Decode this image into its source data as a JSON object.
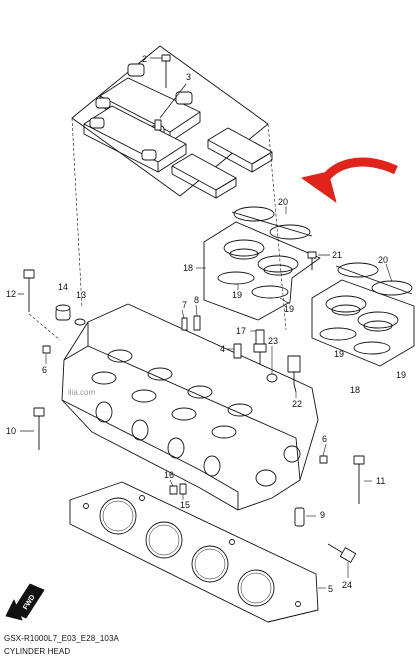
{
  "diagram": {
    "code": "GSX-R1000L7_E03_E28_103A",
    "title": "CYLINDER HEAD",
    "fwd_label": "FWD",
    "watermark": "ilia.com",
    "callouts": [
      "2",
      "3",
      "20",
      "21",
      "20",
      "18",
      "19",
      "19",
      "14",
      "13",
      "12",
      "7",
      "8",
      "17",
      "23",
      "4",
      "6",
      "22",
      "19",
      "19",
      "18",
      "10",
      "6",
      "16",
      "15",
      "9",
      "11",
      "5",
      "24"
    ],
    "accent_color": "#e0231b"
  }
}
